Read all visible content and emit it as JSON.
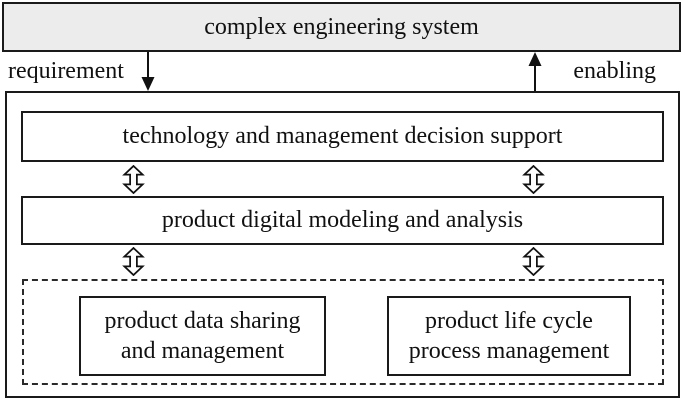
{
  "diagram": {
    "title_box": {
      "label": "complex engineering system"
    },
    "flow_labels": {
      "requirement": "requirement",
      "enabling": "enabling"
    },
    "layer_boxes": {
      "decision_support": "technology and management decision support",
      "digital_modeling": "product digital modeling and analysis"
    },
    "sub_boxes": {
      "data_sharing": {
        "line1": "product data sharing",
        "line2": "and management"
      },
      "life_cycle": {
        "line1": "product life cycle",
        "line2": "process management"
      }
    },
    "colors": {
      "title_fill": "#ececec",
      "border": "#1a1a1a",
      "background": "#ffffff"
    }
  }
}
